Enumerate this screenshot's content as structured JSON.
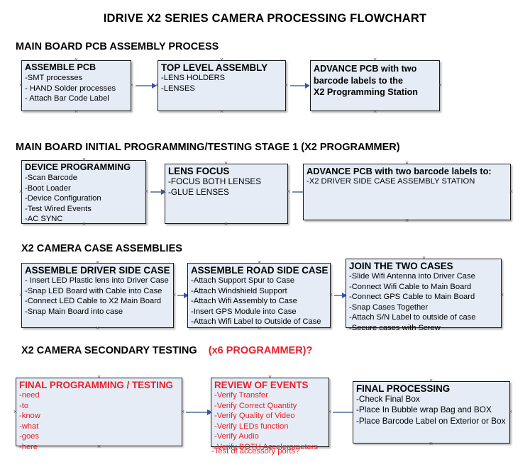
{
  "document": {
    "title": "IDRIVE X2  SERIES CAMERA PROCESSING FLOWCHART"
  },
  "colors": {
    "box_fill": "#e5ecf6",
    "box_border": "#1a1a1a",
    "text": "#000000",
    "accent_red": "#e8202a",
    "connector": "#7c91ae",
    "arrowhead": "#3a54a8"
  },
  "sections": [
    {
      "id": "main-board-pcb-assembly",
      "heading": "MAIN BOARD PCB ASSEMBLY PROCESS",
      "heading_accent": "",
      "boxes": [
        {
          "id": "assemble-pcb",
          "title": "ASSEMBLE PCB",
          "lines": [
            "-SMT processes",
            "- HAND Solder processes",
            "- Attach Bar Code Label"
          ]
        },
        {
          "id": "top-level-assembly",
          "title": "TOP LEVEL ASSEMBLY",
          "lines": [
            "-LENS HOLDERS",
            "-LENSES"
          ]
        },
        {
          "id": "advance-pcb-programming-station",
          "title": "ADVANCE PCB with two",
          "lines": [
            "barcode labels to the",
            " X2 Programming Station"
          ]
        }
      ]
    },
    {
      "id": "main-board-initial-programming",
      "heading": "MAIN BOARD INITIAL PROGRAMMING/TESTING STAGE 1 (X2 PROGRAMMER)",
      "heading_accent": "",
      "boxes": [
        {
          "id": "device-programming",
          "title": "DEVICE PROGRAMMING",
          "lines": [
            "-Scan Barcode",
            "-Boot Loader",
            "-Device Configuration",
            "-Test Wired Events",
            "-AC SYNC"
          ]
        },
        {
          "id": "lens-focus",
          "title": "LENS FOCUS",
          "lines": [
            "-FOCUS BOTH LENSES",
            "-GLUE LENSES"
          ]
        },
        {
          "id": "advance-pcb-driver-side-case",
          "title": "ADVANCE PCB with two barcode labels to:",
          "lines": [
            "-X2 DRIVER  SIDE  CASE  ASSEMBLY STATION"
          ]
        }
      ]
    },
    {
      "id": "x2-camera-case-assemblies",
      "heading": "X2 CAMERA CASE ASSEMBLIES",
      "heading_accent": "",
      "boxes": [
        {
          "id": "assemble-driver-side-case",
          "title": "ASSEMBLE DRIVER SIDE CASE",
          "lines": [
            "- Insert LED Plastic lens into Driver Case",
            "-Snap LED Board with Cable into Case",
            "-Connect LED Cable to X2 Main Board",
            "-Snap Main Board into case"
          ]
        },
        {
          "id": "assemble-road-side-case",
          "title": "ASSEMBLE ROAD SIDE CASE",
          "lines": [
            "-Attach Support Spur to Case",
            "-Attach Windshield Support",
            "-Attach Wifi Assembly to Case",
            "-Insert GPS Module into Case",
            "-Attach Wifi Label to Outside of Case"
          ]
        },
        {
          "id": "join-the-two-cases",
          "title": "JOIN THE TWO CASES",
          "lines": [
            "-Slide Wifi Antenna into Driver Case",
            "-Connect Wifi Cable to Main Board",
            "-Connect GPS Cable to Main Board",
            "-Snap Cases Together",
            "-Attach S/N Label to outside of case",
            "-Secure cases with Screw"
          ]
        }
      ]
    },
    {
      "id": "x2-camera-secondary-testing",
      "heading": "X2 CAMERA SECONDARY TESTING",
      "heading_accent": "(x6 PROGRAMMER)?",
      "boxes": [
        {
          "id": "final-programming-testing",
          "title": "FINAL PROGRAMMING / TESTING",
          "lines": [
            "-need",
            "-to",
            "-know",
            "-what",
            "-goes",
            "-here"
          ]
        },
        {
          "id": "review-of-events",
          "title": "REVIEW OF EVENTS",
          "lines": [
            "-Verify Transfer",
            "-Verify Correct Quantity",
            "-Verify Quality of Video",
            "-Verify LEDs function",
            "-Verify Audio",
            "-Verify BOTH Accelerometers"
          ],
          "overflow_line": "-Test of accessory ports?"
        },
        {
          "id": "final-processing",
          "title": "FINAL PROCESSING",
          "lines": [
            " -Check Final Box",
            "-Place In Bubble wrap Bag and BOX",
            "-Place Barcode Label on Exterior or Box"
          ]
        }
      ]
    }
  ]
}
